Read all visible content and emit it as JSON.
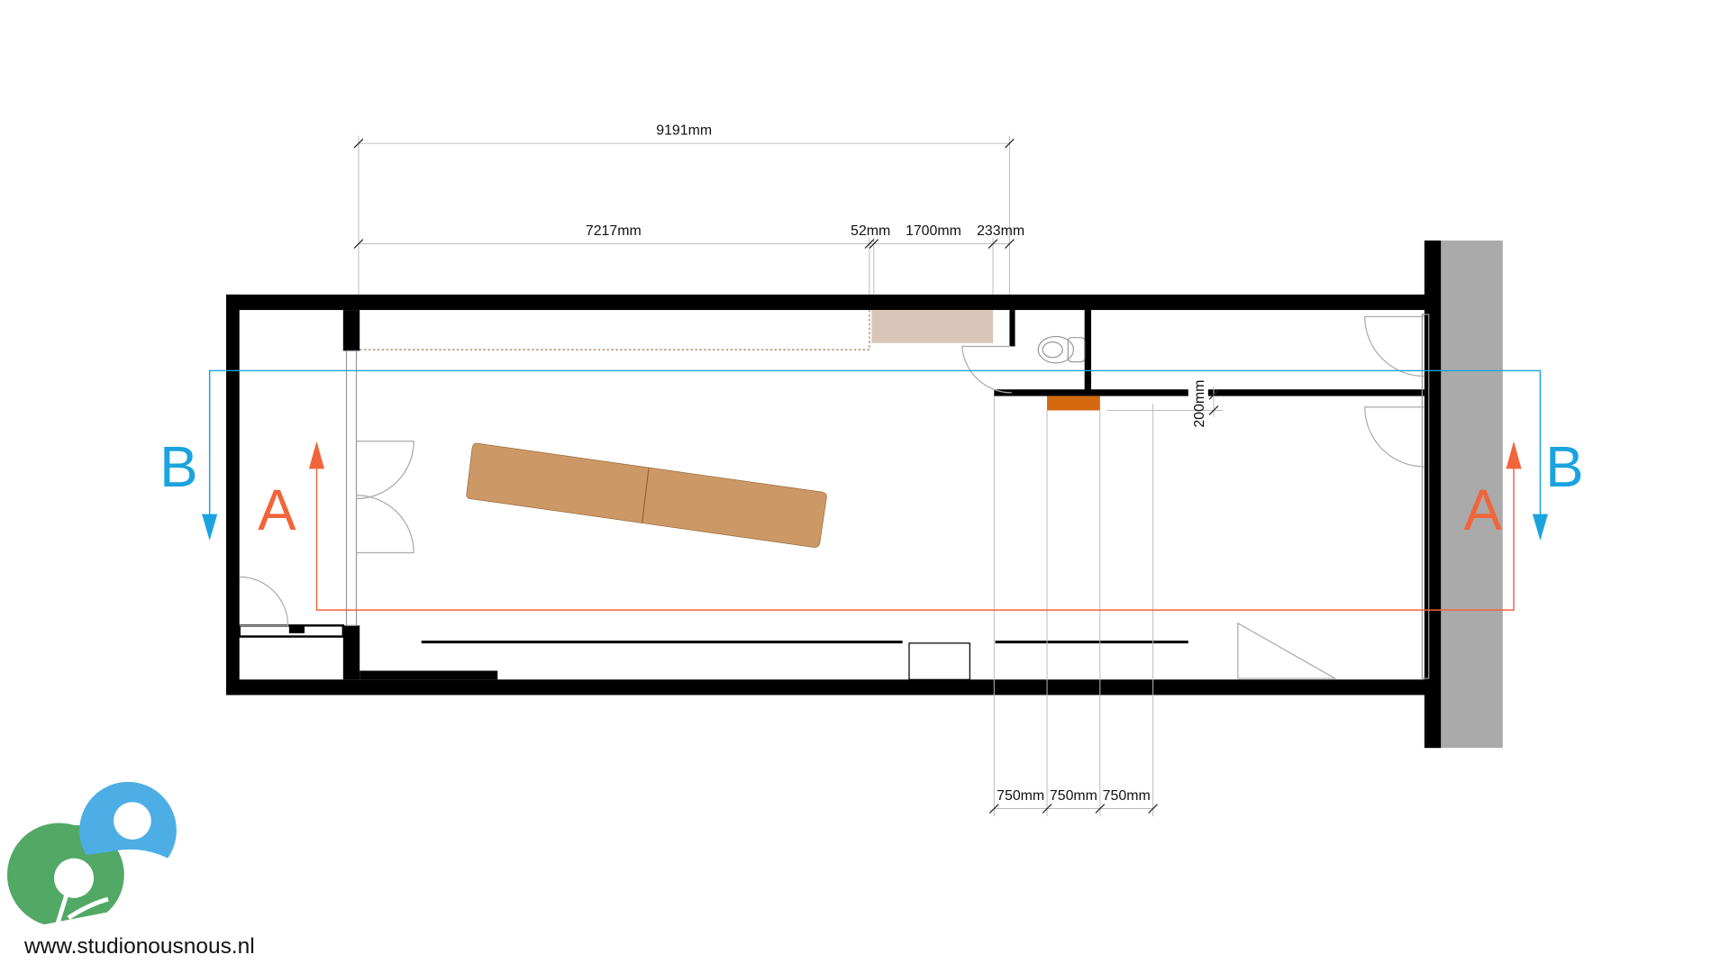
{
  "drawing": {
    "dimensions": {
      "overall": "9191mm",
      "segment_1": "7217mm",
      "segment_2": "52mm",
      "segment_3": "1700mm",
      "segment_4": "233mm",
      "wall_thickness": "200mm",
      "bottom_1": "750mm",
      "bottom_2": "750mm",
      "bottom_3": "750mm"
    },
    "sections": {
      "a_label": "A",
      "b_label": "B",
      "a_color": "#f2643a",
      "b_color": "#1ba3e0"
    },
    "colors": {
      "walls": "#000000",
      "table": "#cc9966",
      "desk": "#d9c6b8",
      "accent_block": "#d4690f",
      "facade": "#aaaaaa"
    }
  },
  "logo": {
    "website": "www.studionousnous.nl",
    "colors": {
      "blue": "#4daee6",
      "green": "#52a865"
    }
  }
}
